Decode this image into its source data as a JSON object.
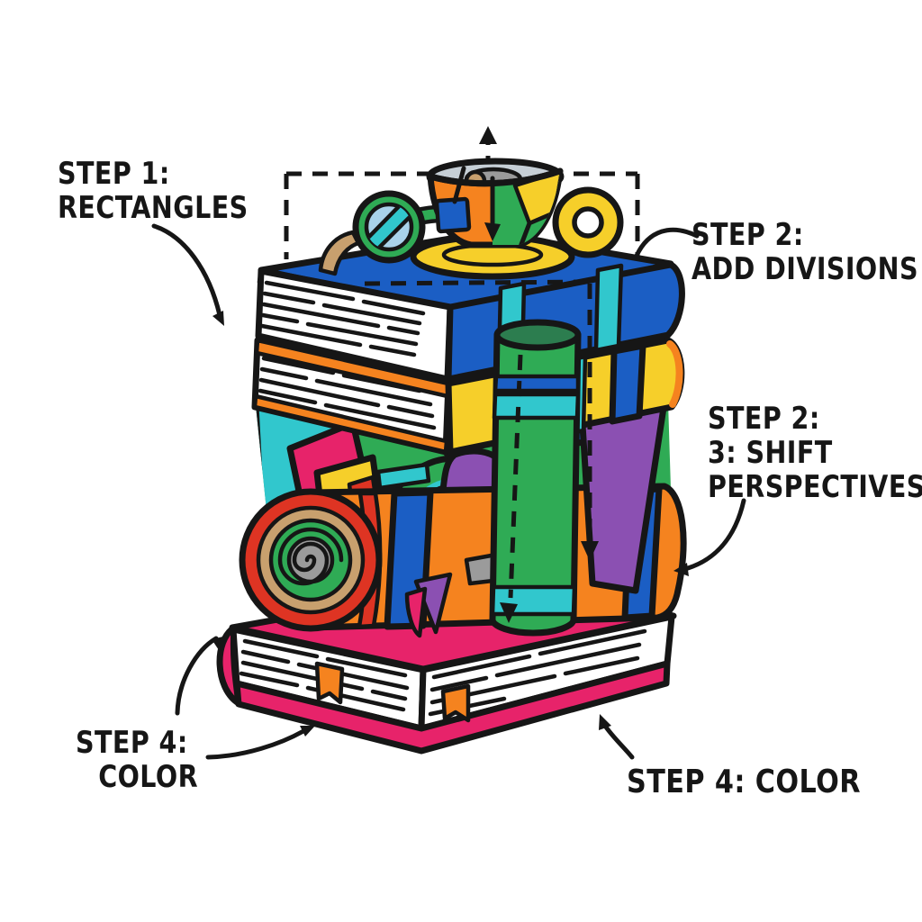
{
  "illustration": {
    "description": "Cartoon how-to-draw diagram: a cubist stack of colorful books with a rolled scroll, a green cylinder, round glasses and a teacup on top, annotated with step labels, dashed construction guides and hand-drawn arrows",
    "elements": [
      "guide-dashed-rectangle",
      "teacup",
      "round-glasses",
      "book-top-blue",
      "book-second-yellow",
      "cubist-middle-block",
      "scroll-roll",
      "green-cylinder",
      "book-bottom-pink",
      "annotation-arrows"
    ]
  },
  "labels": {
    "step1": {
      "line1": "STEP 1:",
      "line2": "RECTANGLES"
    },
    "step2": {
      "line1": "STEP 2:",
      "line2": "ADD DIVISIONS"
    },
    "step3": {
      "line1": "STEP 2:",
      "line2": "3: SHIFT",
      "line3": "PERSPECTIVES"
    },
    "step4_left": {
      "line1": "STEP 4:",
      "line2": "COLOR"
    },
    "step4_right": {
      "line1": "STEP 4: COLOR"
    }
  },
  "palette": {
    "outline": "#161616",
    "blue": "#1b5ec4",
    "teal": "#31c7cd",
    "yellow": "#f6cf2a",
    "orange": "#f5831f",
    "magenta": "#e7236a",
    "green": "#2fab55",
    "darkgreen": "#2c7d4f",
    "purple": "#8b50b2",
    "red": "#de3423",
    "lightblue": "#a9d2ea",
    "tan": "#c8a06e",
    "gray": "#9b9b9b",
    "interior": "#c6cfd6",
    "white": "#ffffff",
    "bg": "#ffffff"
  }
}
